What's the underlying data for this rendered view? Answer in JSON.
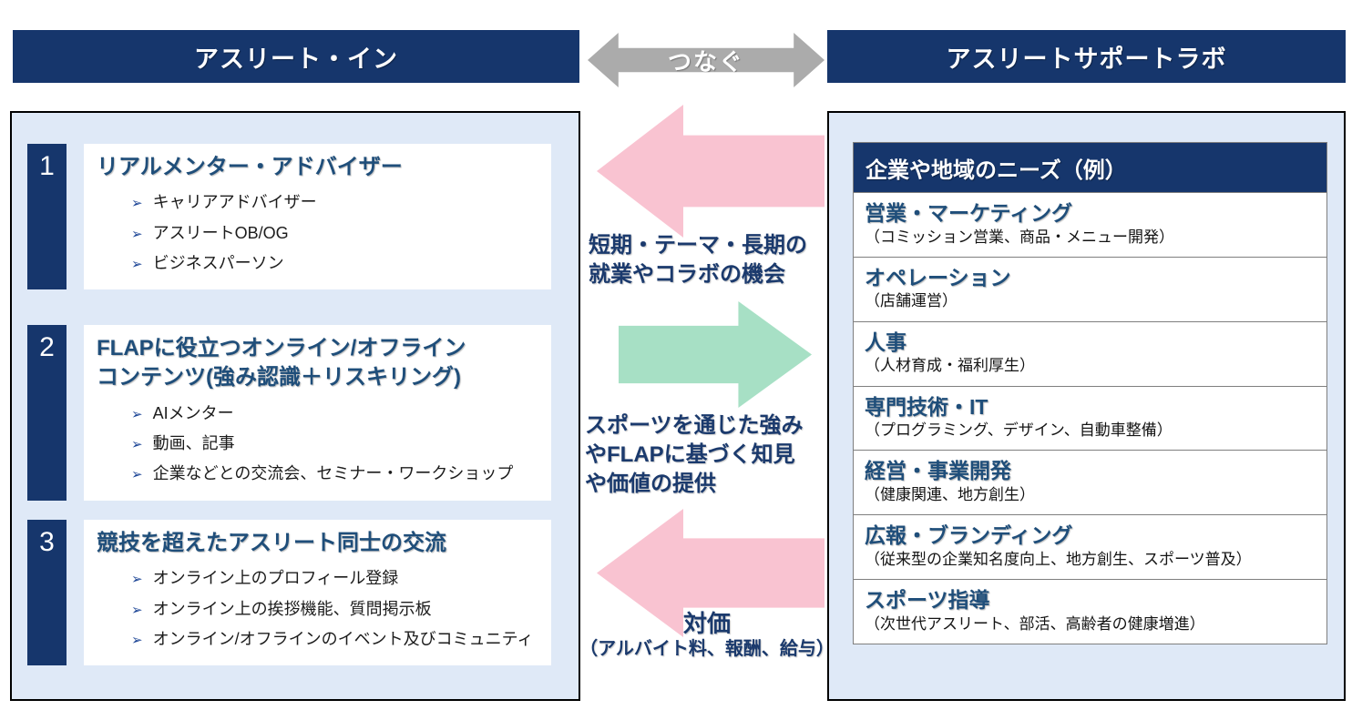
{
  "colors": {
    "navy": "#16366c",
    "panel_bg": "#dfe9f7",
    "title_blue": "#1f4e7a",
    "pink_arrow": "#f9c3d1",
    "green_arrow": "#a7e0c5",
    "gray_arrow": "#ababab"
  },
  "glyphs": {
    "bullet": "➢"
  },
  "header": {
    "left_title": "アスリート・イン",
    "connector_label": "つなぐ",
    "right_title": "アスリートサポートラボ"
  },
  "left_panel": {
    "items": [
      {
        "number": "1",
        "title_lines": [
          "リアルメンター・アドバイザー"
        ],
        "bullets": [
          "キャリアアドバイザー",
          "アスリートOB/OG",
          "ビジネスパーソン"
        ]
      },
      {
        "number": "2",
        "title_lines": [
          "FLAPに役立つオンライン/オフライン",
          "コンテンツ(強み認識＋リスキリング)"
        ],
        "bullets": [
          "AIメンター",
          "動画、記事",
          "企業などとの交流会、セミナー・ワークショップ"
        ]
      },
      {
        "number": "3",
        "title_lines": [
          "競技を超えたアスリート同士の交流"
        ],
        "bullets": [
          "オンライン上のプロフィール登録",
          "オンライン上の挨拶機能、質問掲示板",
          "オンライン/オフラインのイベント及びコミュニティ"
        ]
      }
    ]
  },
  "middle": {
    "flows": [
      {
        "direction": "left",
        "color": "pink",
        "label_lines": [
          "短期・テーマ・長期の",
          "就業やコラボの機会"
        ]
      },
      {
        "direction": "right",
        "color": "green",
        "label_lines": [
          "スポーツを通じた強み",
          "やFLAPに基づく知見",
          "や価値の提供"
        ]
      },
      {
        "direction": "left",
        "color": "pink",
        "label_lines": [
          "対価",
          "（アルバイト料、報酬、給与）"
        ]
      }
    ]
  },
  "right_panel": {
    "table_header": "企業や地域のニーズ（例）",
    "rows": [
      {
        "title": "営業・マーケティング",
        "subtitle": "（コミッション営業、商品・メニュー開発）"
      },
      {
        "title": "オペレーション",
        "subtitle": "（店舗運営）"
      },
      {
        "title": "人事",
        "subtitle": "（人材育成・福利厚生）"
      },
      {
        "title": "専門技術・IT",
        "subtitle": "（プログラミング、デザイン、自動車整備）"
      },
      {
        "title": "経営・事業開発",
        "subtitle": "（健康関連、地方創生）"
      },
      {
        "title": "広報・ブランディング",
        "subtitle": "（従来型の企業知名度向上、地方創生、スポーツ普及）"
      },
      {
        "title": "スポーツ指導",
        "subtitle": "（次世代アスリート、部活、高齢者の健康増進）"
      }
    ]
  }
}
